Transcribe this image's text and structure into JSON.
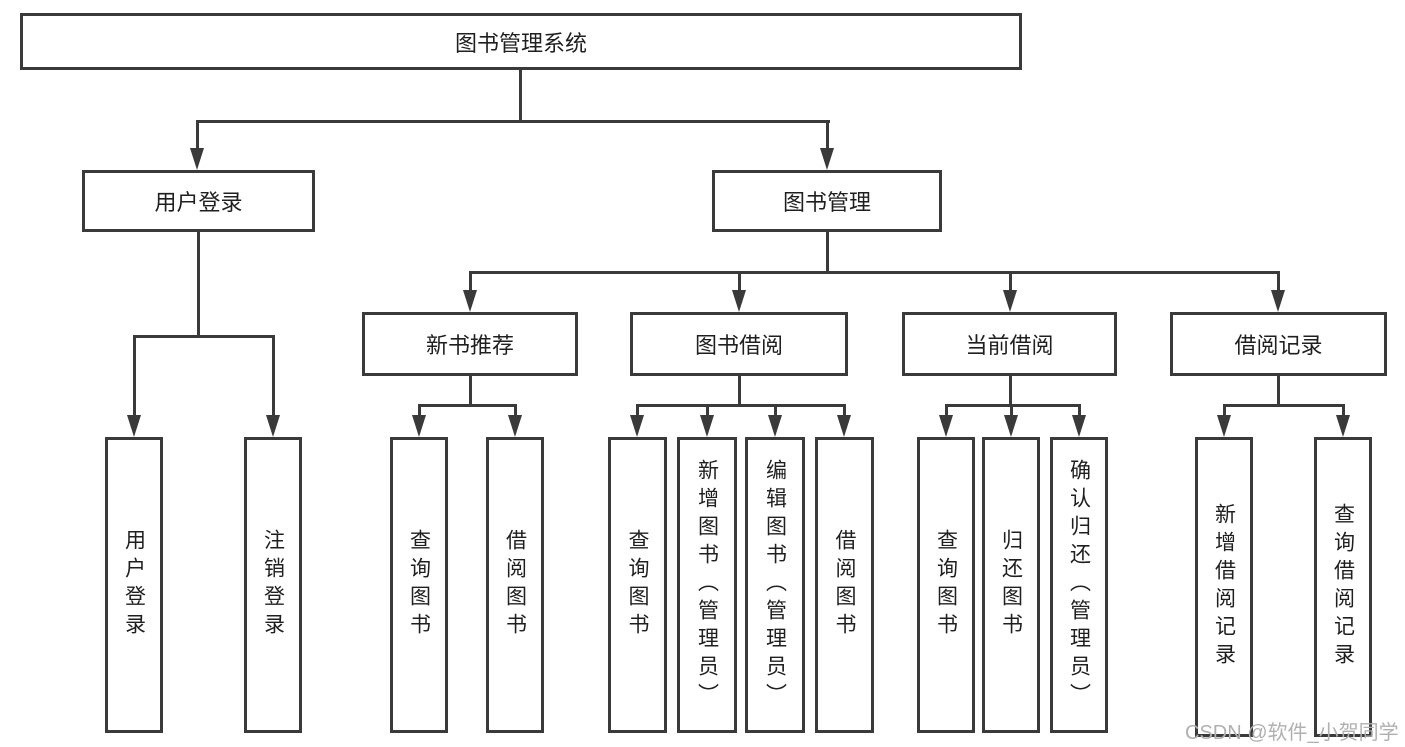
{
  "diagram": {
    "root": {
      "label": "图书管理系统"
    },
    "branches": [
      {
        "label": "用户登录",
        "children": [
          {
            "label": "用户登录"
          },
          {
            "label": "注销登录"
          }
        ]
      },
      {
        "label": "图书管理",
        "children": [
          {
            "label": "新书推荐",
            "children": [
              {
                "label": "查询图书"
              },
              {
                "label": "借阅图书"
              }
            ]
          },
          {
            "label": "图书借阅",
            "children": [
              {
                "label": "查询图书"
              },
              {
                "label": "新增图书（管理员）"
              },
              {
                "label": "编辑图书（管理员）"
              },
              {
                "label": "借阅图书"
              }
            ]
          },
          {
            "label": "当前借阅",
            "children": [
              {
                "label": "查询图书"
              },
              {
                "label": "归还图书"
              },
              {
                "label": "确认归还（管理员）"
              }
            ]
          },
          {
            "label": "借阅记录",
            "children": [
              {
                "label": "新增借阅记录"
              },
              {
                "label": "查询借阅记录"
              }
            ]
          }
        ]
      }
    ]
  },
  "watermark": {
    "text": "CSDN @软件_小贺同学"
  },
  "colors": {
    "line": "#3a3a3a",
    "text": "#1f1f1f",
    "watermark": "#b0b0b0",
    "background": "#ffffff"
  }
}
